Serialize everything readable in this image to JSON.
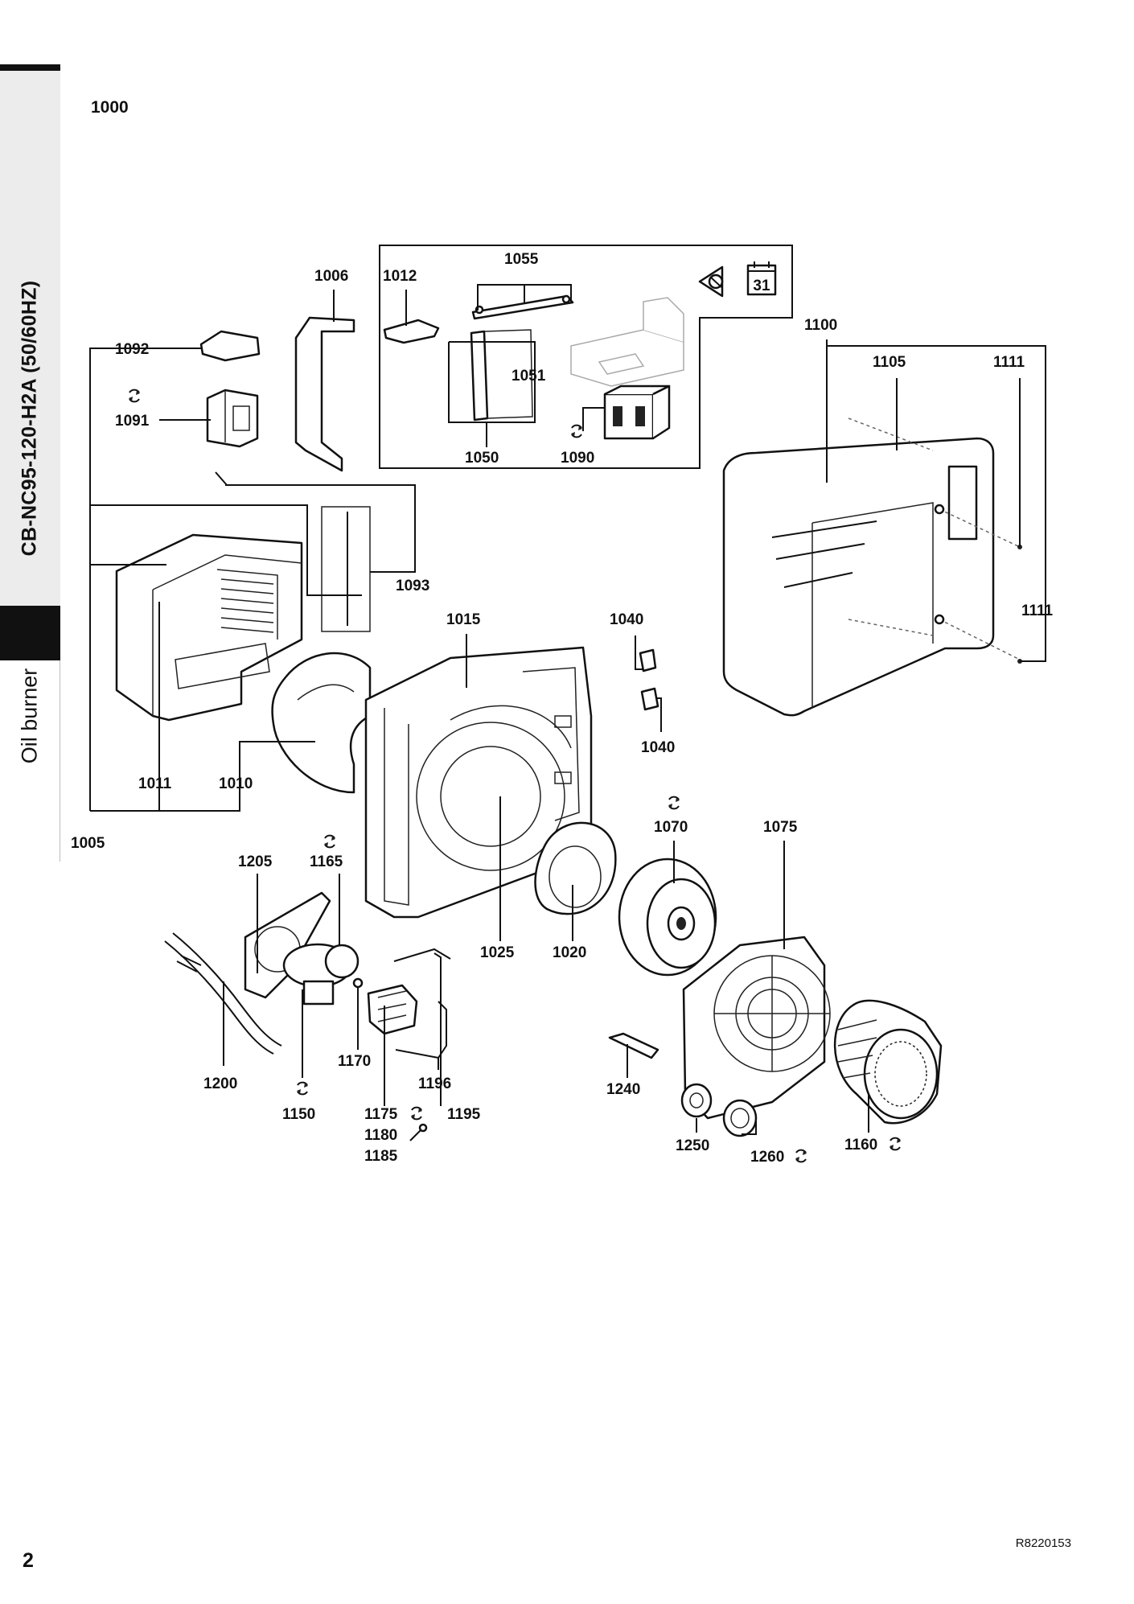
{
  "sidebar": {
    "model": "CB-NC95-120-H2A (50/60HZ)",
    "section": "Oil burner"
  },
  "diagram_title": "1000",
  "labels": {
    "l1006": "1006",
    "l1012": "1012",
    "l1055": "1055",
    "l1051": "1051",
    "l1050": "1050",
    "l1090": "1090",
    "l1092": "1092",
    "l1091": "1091",
    "l1093": "1093",
    "l1100": "1100",
    "l1105": "1105",
    "l1111a": "1111",
    "l1111b": "1111",
    "l1015": "1015",
    "l1040a": "1040",
    "l1040b": "1040",
    "l1011": "1011",
    "l1010": "1010",
    "l1005": "1005",
    "l1070": "1070",
    "l1075": "1075",
    "l1205": "1205",
    "l1165": "1165",
    "l1025": "1025",
    "l1020": "1020",
    "l1170": "1170",
    "l1196": "1196",
    "l1200": "1200",
    "l1150": "1150",
    "l1175": "1175",
    "l1180": "1180",
    "l1185": "1185",
    "l1195": "1195",
    "l1240": "1240",
    "l1250": "1250",
    "l1260": "1260",
    "l1160": "1160"
  },
  "calendar_day": "31",
  "icons": [
    "rotate-arrows-icon",
    "eye-inspect-icon",
    "calendar-icon",
    "wrench-icon"
  ],
  "page_number": "2",
  "reference_code": "R8220153"
}
